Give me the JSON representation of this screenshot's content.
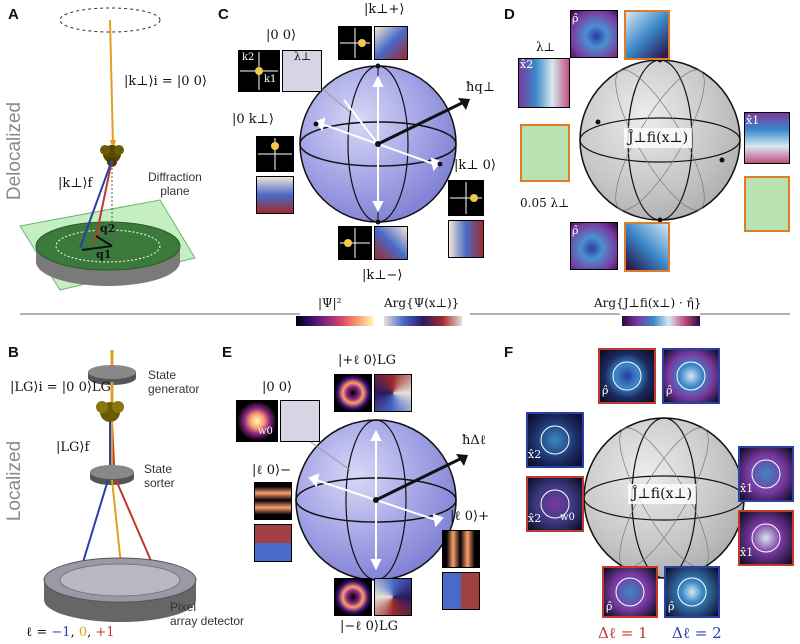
{
  "panels": {
    "a": "A",
    "b": "B",
    "c": "C",
    "d": "D",
    "e": "E",
    "f": "F"
  },
  "side_labels": {
    "top": "Delocalized",
    "bottom": "Localized"
  },
  "panel_a": {
    "input_state": "|k⊥⟩i = |0 0⟩",
    "output_state": "|k⊥⟩f",
    "q2": "q2",
    "q1": "q1",
    "diffraction_plane": "Diffraction\nplane"
  },
  "panel_b": {
    "input_state": "|LG⟩i = |0 0⟩LG",
    "output_state": "|LG⟩f",
    "state_generator": "State\ngenerator",
    "state_sorter": "State\nsorter",
    "detector": "Pixel\narray detector",
    "ell_prefix": "ℓ = ",
    "ell_values": [
      {
        "text": "−1",
        "color": "#2c3ea8"
      },
      {
        "text": "0",
        "color": "#e0a020"
      },
      {
        "text": "+1",
        "color": "#c0392b"
      }
    ]
  },
  "panel_c": {
    "top_state": "|k⊥+⟩",
    "bottom_state": "|k⊥−⟩",
    "origin_state": "|0 0⟩",
    "left_state": "|0 k⊥⟩",
    "right_state": "|k⊥ 0⟩",
    "axis_label": "ħq⊥",
    "lambda": "λ⊥",
    "k2": "k2",
    "k1": "k1"
  },
  "panel_d": {
    "sphere_label": "Ĵ⊥fi(x⊥)",
    "lambda": "λ⊥",
    "scale": "0.05 λ⊥",
    "x2": "x̂2",
    "x1": "x̂1",
    "rho": "ρ̂"
  },
  "panel_e": {
    "top_state": "|+ℓ 0⟩LG",
    "bottom_state": "|−ℓ 0⟩LG",
    "origin_state": "|0 0⟩",
    "minus_state": "|ℓ 0⟩−",
    "plus_state": "|ℓ 0⟩+",
    "axis_label": "ħΔℓ",
    "w0": "w0"
  },
  "panel_f": {
    "sphere_label": "Ĵ⊥fi(x⊥)",
    "x2": "x̂2",
    "x1": "x̂1",
    "rho": "ρ̂",
    "w0": "w0",
    "dl1": {
      "text": "Δℓ = 1",
      "color": "#c0392b"
    },
    "dl2": {
      "text": "Δℓ = 2",
      "color": "#2c3ea8"
    }
  },
  "colorbars": {
    "intensity": "|Ψ|²",
    "phase": "Arg{Ψ(x⊥)}",
    "current": "Arg{J⊥fi(x⊥) · η̂}"
  }
}
